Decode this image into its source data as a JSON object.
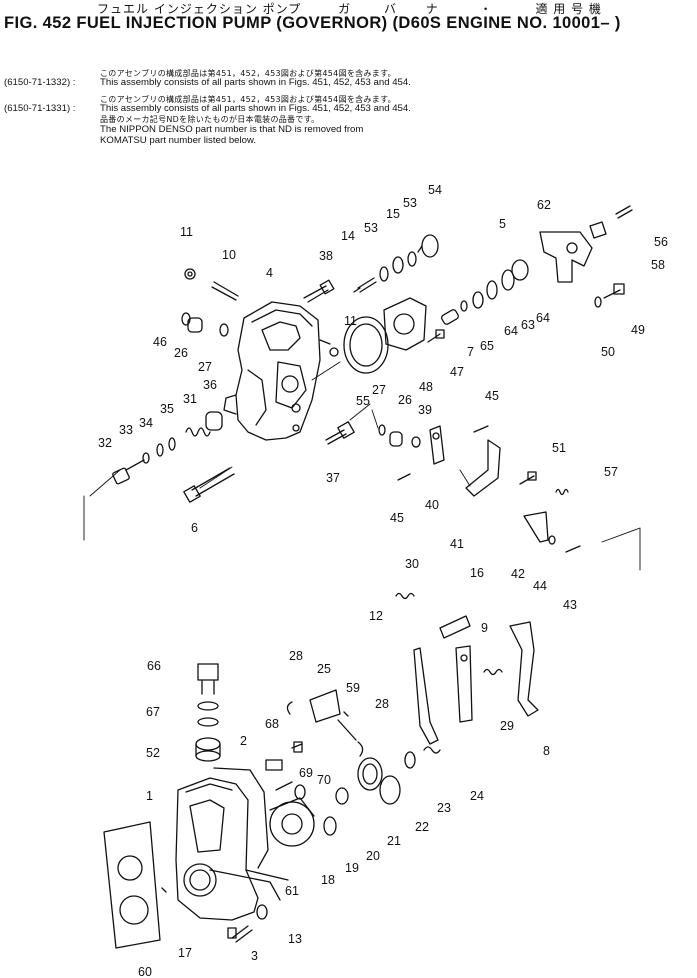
{
  "header": {
    "jp_title_parts": [
      "フュエル インジェクション ポンプ",
      "ガ",
      "バ",
      "ナ",
      "・",
      "適 用 号 機"
    ],
    "title": "FIG. 452  FUEL INJECTION PUMP (GOVERNOR) (D60S ENGINE NO. 10001– )"
  },
  "notes": [
    {
      "code": "",
      "text": "このアセンブリの構成部品は第451，452，453図および第454図を含みます。",
      "jp": true
    },
    {
      "code": "(6150-71-1332) :",
      "text": "This assembly consists of all parts shown in Figs. 451, 452, 453 and 454.",
      "jp": false
    },
    {
      "code": "",
      "text": "このアセンブリの構成部品は第451，452，453図および第454図を含みます。",
      "jp": true
    },
    {
      "code": "(6150-71-1331) :",
      "text": "This assembly consists of all parts shown in Figs. 451, 452, 453 and 454.",
      "jp": false
    },
    {
      "code": "",
      "text": "品番のメーカ記号NDを除いたものが日本電装の品番です。",
      "jp": true
    },
    {
      "code": "",
      "text": "The NIPPON DENSO part number is that ND is removed from",
      "jp": false
    },
    {
      "code": "",
      "text": "KOMATSU part number listed below.",
      "jp": false
    }
  ],
  "part_labels": [
    "1",
    "2",
    "3",
    "5",
    "4",
    "6",
    "7",
    "8",
    "9",
    "10",
    "11",
    "11",
    "12",
    "13",
    "14",
    "15",
    "16",
    "17",
    "18",
    "19",
    "20",
    "21",
    "22",
    "23",
    "24",
    "25",
    "26",
    "26",
    "27",
    "27",
    "28",
    "28",
    "29",
    "30",
    "31",
    "32",
    "33",
    "34",
    "35",
    "36",
    "37",
    "38",
    "39",
    "40",
    "41",
    "42",
    "43",
    "44",
    "45",
    "45",
    "46",
    "47",
    "48",
    "49",
    "50",
    "51",
    "52",
    "53",
    "53",
    "54",
    "55",
    "56",
    "57",
    "58",
    "59",
    "60",
    "61",
    "62",
    "63",
    "64",
    "64",
    "65",
    "66",
    "67",
    "68",
    "69",
    "70"
  ]
}
